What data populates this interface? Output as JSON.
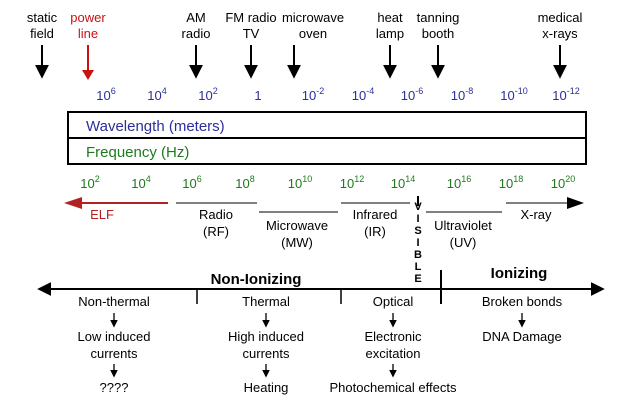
{
  "colors": {
    "black": "#000000",
    "wavelength_blue": "#2b2f9b",
    "frequency_green": "#1e7a1e",
    "elf_red": "#b22222",
    "power_line_red": "#cc1111",
    "box_fill": "#ffffff"
  },
  "sources": [
    {
      "lines": [
        "static",
        "field"
      ],
      "color": "black"
    },
    {
      "lines": [
        "power",
        "line"
      ],
      "color": "red"
    },
    {
      "lines": [
        "AM",
        "radio"
      ],
      "color": "black"
    },
    {
      "lines": [
        "FM radio",
        "TV"
      ],
      "color": "black"
    },
    {
      "lines": [
        "microwave",
        "oven"
      ],
      "color": "black"
    },
    {
      "lines": [
        "heat",
        "lamp"
      ],
      "color": "black"
    },
    {
      "lines": [
        "tanning",
        "booth"
      ],
      "color": "black"
    },
    {
      "lines": [
        "medical",
        "x-rays"
      ],
      "color": "black"
    }
  ],
  "wavelength_ticks": [
    {
      "base": "10",
      "exp": "6"
    },
    {
      "base": "10",
      "exp": "4"
    },
    {
      "base": "10",
      "exp": "2"
    },
    {
      "base": "1",
      "exp": ""
    },
    {
      "base": "10",
      "exp": "-2"
    },
    {
      "base": "10",
      "exp": "-4"
    },
    {
      "base": "10",
      "exp": "-6"
    },
    {
      "base": "10",
      "exp": "-8"
    },
    {
      "base": "10",
      "exp": "-10"
    },
    {
      "base": "10",
      "exp": "-12"
    }
  ],
  "frequency_ticks": [
    {
      "base": "10",
      "exp": "2"
    },
    {
      "base": "10",
      "exp": "4"
    },
    {
      "base": "10",
      "exp": "6"
    },
    {
      "base": "10",
      "exp": "8"
    },
    {
      "base": "10",
      "exp": "10"
    },
    {
      "base": "10",
      "exp": "12"
    },
    {
      "base": "10",
      "exp": "14"
    },
    {
      "base": "10",
      "exp": "16"
    },
    {
      "base": "10",
      "exp": "18"
    },
    {
      "base": "10",
      "exp": "20"
    }
  ],
  "scale_box": {
    "wavelength_label": "Wavelength (meters)",
    "frequency_label": "Frequency (Hz)"
  },
  "bands": {
    "elf": "ELF",
    "radio": [
      "Radio",
      "(RF)"
    ],
    "microwave": [
      "Microwave",
      "(MW)"
    ],
    "infrared": [
      "Infrared",
      "(IR)"
    ],
    "visible": [
      "V",
      "I",
      "S",
      "I",
      "B",
      "L",
      "E"
    ],
    "ultraviolet": [
      "Ultraviolet",
      "(UV)"
    ],
    "xray": "X-ray"
  },
  "categories": {
    "non_ionizing": "Non-Ionizing",
    "ionizing": "Ionizing"
  },
  "effects": {
    "col1": [
      "Non-thermal",
      "Low induced",
      "currents",
      "????"
    ],
    "col2": [
      "Thermal",
      "High induced",
      "currents",
      "Heating"
    ],
    "col3": [
      "Optical",
      "Electronic",
      "excitation",
      "Photochemical effects"
    ],
    "col4": [
      "Broken bonds",
      "DNA Damage"
    ]
  }
}
